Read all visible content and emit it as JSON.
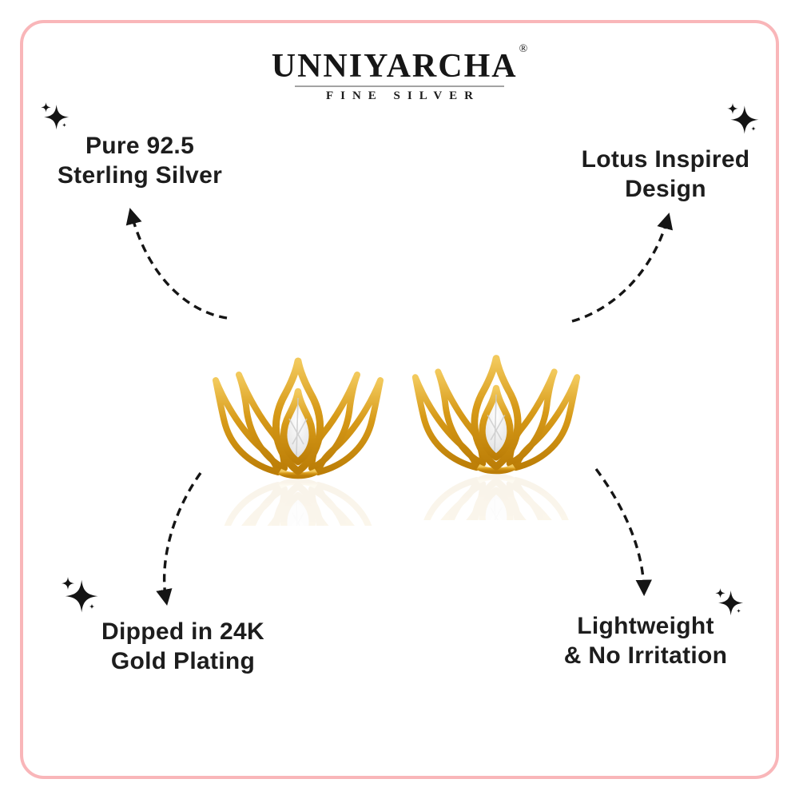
{
  "brand": {
    "name": "UNNIYARCHA",
    "registered_mark": "®",
    "tagline": "FINE SILVER"
  },
  "features": {
    "top_left": {
      "line1": "Pure 92.5",
      "line2": "Sterling Silver"
    },
    "top_right": {
      "line1": "Lotus Inspired",
      "line2": "Design"
    },
    "bottom_left": {
      "line1": "Dipped in 24K",
      "line2": "Gold Plating"
    },
    "bottom_right": {
      "line1": "Lightweight",
      "line2": "& No Irritation"
    }
  },
  "product": {
    "image_subject": "pair of gold lotus stud earrings with teardrop crystal centers",
    "earring_count": 2
  },
  "icons": {
    "sparkle": "four-point-sparkle-icon",
    "arrow": "dashed-curved-arrow"
  },
  "colors": {
    "background": "#FFFFFF",
    "frame_pink": "#F9B6B9",
    "text": "#1D1D1D",
    "divider_gray": "#A3A3A3",
    "arrow_black": "#151515",
    "gold_light": "#F2C95C",
    "gold": "#D79A18",
    "gold_dark": "#BC7E07",
    "gem_white": "#F5F5F5"
  }
}
